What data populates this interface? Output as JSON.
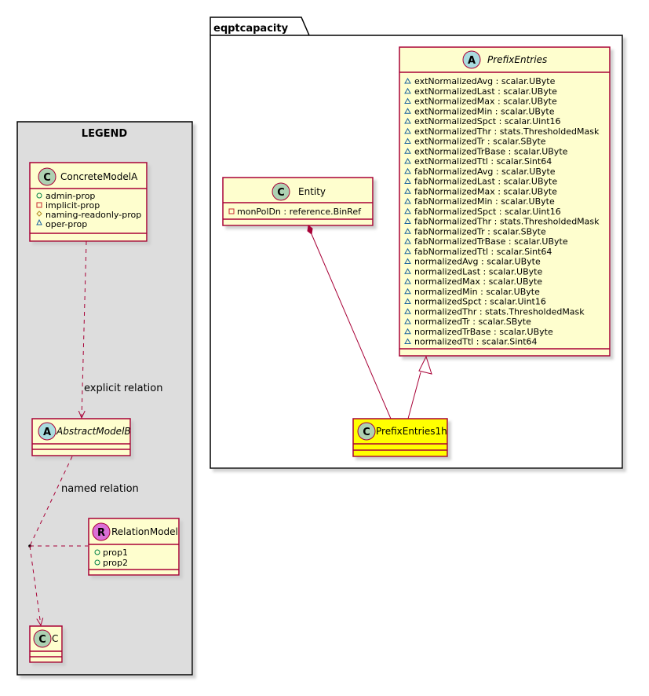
{
  "package": {
    "name": "eqptcapacity"
  },
  "legend": {
    "title": "LEGEND",
    "concrete": {
      "stereo": "C",
      "name": "ConcreteModelA",
      "attrs": [
        "admin-prop",
        "implicit-prop",
        "naming-readonly-prop",
        "oper-prop"
      ]
    },
    "abstract": {
      "stereo": "A",
      "name": "AbstractModelB"
    },
    "relation_model": {
      "stereo": "R",
      "name": "RelationModel",
      "attrs": [
        "prop1",
        "prop2"
      ]
    },
    "c_class": {
      "stereo": "C",
      "name": "C"
    },
    "explicit_label": "explicit relation",
    "named_label": "named relation"
  },
  "entity": {
    "stereo": "C",
    "name": "Entity",
    "attrs": [
      "monPolDn : reference.BinRef"
    ]
  },
  "prefix_entries": {
    "stereo": "A",
    "name": "PrefixEntries",
    "attrs": [
      "extNormalizedAvg : scalar.UByte",
      "extNormalizedLast : scalar.UByte",
      "extNormalizedMax : scalar.UByte",
      "extNormalizedMin : scalar.UByte",
      "extNormalizedSpct : scalar.Uint16",
      "extNormalizedThr : stats.ThresholdedMask",
      "extNormalizedTr : scalar.SByte",
      "extNormalizedTrBase : scalar.UByte",
      "extNormalizedTtl : scalar.Sint64",
      "fabNormalizedAvg : scalar.UByte",
      "fabNormalizedLast : scalar.UByte",
      "fabNormalizedMax : scalar.UByte",
      "fabNormalizedMin : scalar.UByte",
      "fabNormalizedSpct : scalar.Uint16",
      "fabNormalizedThr : stats.ThresholdedMask",
      "fabNormalizedTr : scalar.SByte",
      "fabNormalizedTrBase : scalar.UByte",
      "fabNormalizedTtl : scalar.Sint64",
      "normalizedAvg : scalar.UByte",
      "normalizedLast : scalar.UByte",
      "normalizedMax : scalar.UByte",
      "normalizedMin : scalar.UByte",
      "normalizedSpct : scalar.Uint16",
      "normalizedThr : stats.ThresholdedMask",
      "normalizedTr : scalar.SByte",
      "normalizedTrBase : scalar.UByte",
      "normalizedTtl : scalar.Sint64"
    ]
  },
  "prefix_entries_1h": {
    "stereo": "C",
    "name": "PrefixEntries1h"
  },
  "colors": {
    "class_fill": "#FEFECE",
    "class_border": "#A80036",
    "highlight_fill": "#FFFF00",
    "legend_fill": "#DDDDDD",
    "circle_c": "#ADD1B2",
    "circle_a": "#A9DCDF",
    "circle_r": "#DA70D6"
  }
}
